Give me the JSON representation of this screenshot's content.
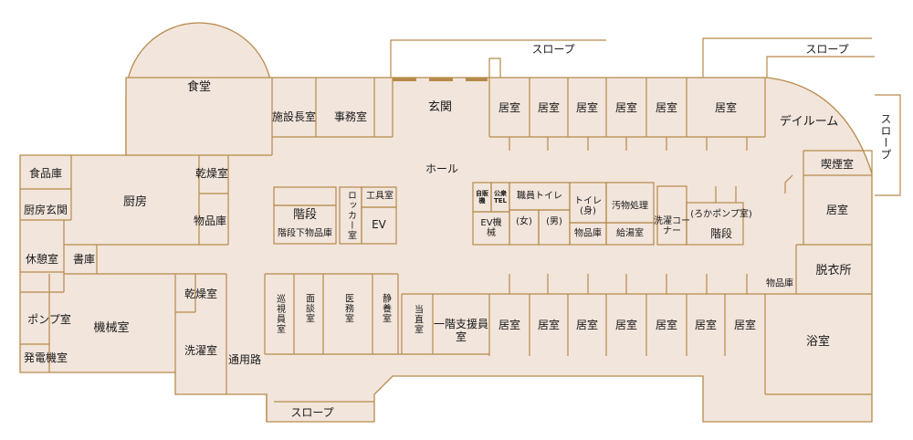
{
  "colors": {
    "floor": "#f2e5dc",
    "wall": "#b68a4a",
    "text": "#1a1a1a",
    "door": "#b68a4a"
  },
  "rooms": {
    "shokudo": "食堂",
    "shokuhinko": "食品庫",
    "chubo": "厨房",
    "kansoshitsu_1": "乾燥室",
    "buppinko_1": "物品庫",
    "chubo_genkan": "厨房玄関",
    "kyukeishitsu": "休憩室",
    "shoko": "書庫",
    "pump_shitsu": "ポンプ室",
    "kikaishitsu": "機械室",
    "hatsudenki_shitsu": "発電機室",
    "kansoshitsu_2": "乾燥室",
    "sentakushitsu": "洗濯室",
    "tsuyoro": "通用路",
    "shisetsuchoshitsu": "施設長室",
    "jimushitsu": "事務室",
    "genkan": "玄関",
    "hall": "ホール",
    "kaidan_1": "階段",
    "kaidanka_buppinko": "階段下物品庫",
    "locker_shitsu": "ロッカー室",
    "kogushitsu": "工具室",
    "ev": "EV",
    "jihanki": "自販機",
    "koshu_tel": "公衆TEL",
    "ev_kikai": "EV機械",
    "shokuin_toilet": "職員トイレ",
    "onna": "(女)",
    "otoko": "(男)",
    "toilet_shin": "トイレ(身)",
    "obutsu_shori": "汚物処理",
    "buppinko_2": "物品庫",
    "kyutoshitsu": "給湯室",
    "sentaku_corner": "洗濯コーナー",
    "roka_pump": "(ろかポンプ室)",
    "kaidan_2": "階段",
    "day_room": "デイルーム",
    "kitsuenshitsu": "喫煙室",
    "kyoshitsu_right": "居室",
    "datsuisho": "脱衣所",
    "buppinko_3": "物品庫",
    "yokushitsu": "浴室",
    "junshi_inshitsu": "巡視員室",
    "mendanshitsu": "面談室",
    "imushitsu": "医務室",
    "seiyoshitsu": "静養室",
    "tochokushitsu": "当直室",
    "ikkai_shienin": "一階支援員室",
    "kyoshitsu": "居室",
    "slope": "スロープ"
  }
}
